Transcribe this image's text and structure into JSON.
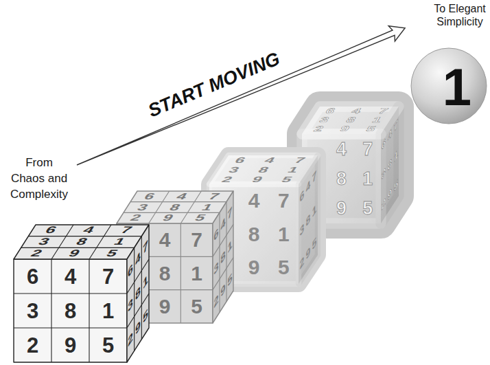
{
  "diagram": {
    "nodes": [
      {
        "text": [
          "6",
          "4",
          "7",
          "3",
          "8",
          "1",
          "2",
          "9",
          "5",
          "6",
          "4",
          "7",
          "3",
          "8",
          "1",
          "2",
          "9",
          "5",
          "6",
          "4",
          "7",
          "3",
          "8",
          "1",
          "2",
          "9",
          "5"
        ]
      },
      {
        "text": [
          "6",
          "4",
          "7",
          "3",
          "8",
          "1",
          "2",
          "9",
          "5",
          "4",
          "7",
          "8",
          "1",
          "9",
          "5",
          "6",
          "4",
          "7",
          "3",
          "8",
          "1",
          "2",
          "9",
          "5"
        ]
      },
      {
        "text": [
          "6",
          "4",
          "7",
          "3",
          "8",
          "1",
          "2",
          "9",
          "5",
          "4",
          "7",
          "8",
          "1",
          "9",
          "5",
          "6",
          "4",
          "7",
          "3",
          "8",
          "1",
          "2",
          "9",
          "5"
        ]
      },
      {
        "text": [
          "6",
          "4",
          "7",
          "3",
          "8",
          "1",
          "2",
          "9",
          "5",
          "4",
          "7",
          "8",
          "1",
          "9",
          "5",
          "6",
          "4",
          "7",
          "3",
          "8",
          "1",
          "2",
          "9",
          "5"
        ]
      },
      {
        "text": [
          "1"
        ]
      }
    ],
    "labels": [
      "From Chaos and Complexity",
      "START MOVING",
      "To Elegant Simplicity"
    ]
  }
}
